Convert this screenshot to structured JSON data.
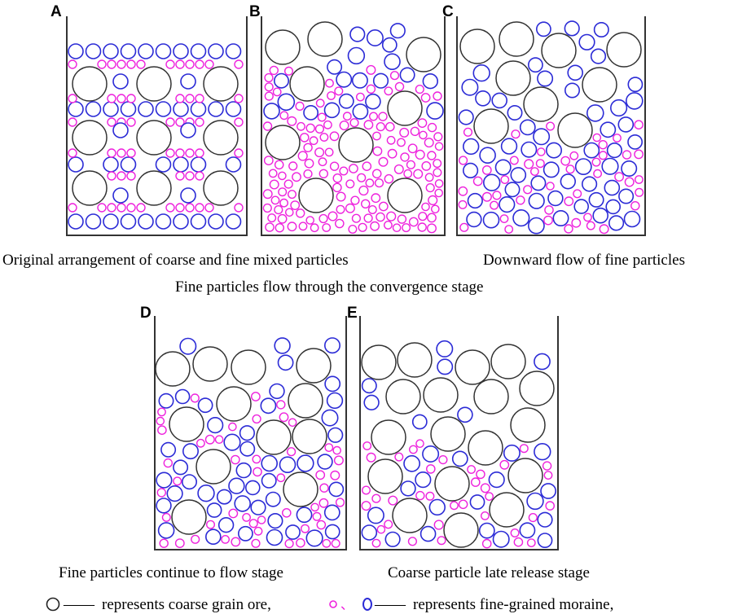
{
  "panels": [
    {
      "letter": "A"
    },
    {
      "letter": "B"
    },
    {
      "letter": "C"
    },
    {
      "letter": "D"
    },
    {
      "letter": "E"
    }
  ],
  "captions": {
    "original": "Original arrangement of coarse and fine mixed particles",
    "downward": "Downward flow of fine particles",
    "convergence": "Fine particles flow through the convergence stage",
    "continue": "Fine particles continue to flow stage",
    "release": "Coarse particle late release stage"
  },
  "legend": {
    "coarse_text": "represents coarse grain ore,",
    "fine_separator": "、",
    "fine_text": "represents fine-grained moraine,",
    "dash": "——"
  },
  "colors": {
    "coarse": "#333333",
    "fine_blue": "#2b2bd6",
    "fine_magenta": "#ee22dd"
  }
}
